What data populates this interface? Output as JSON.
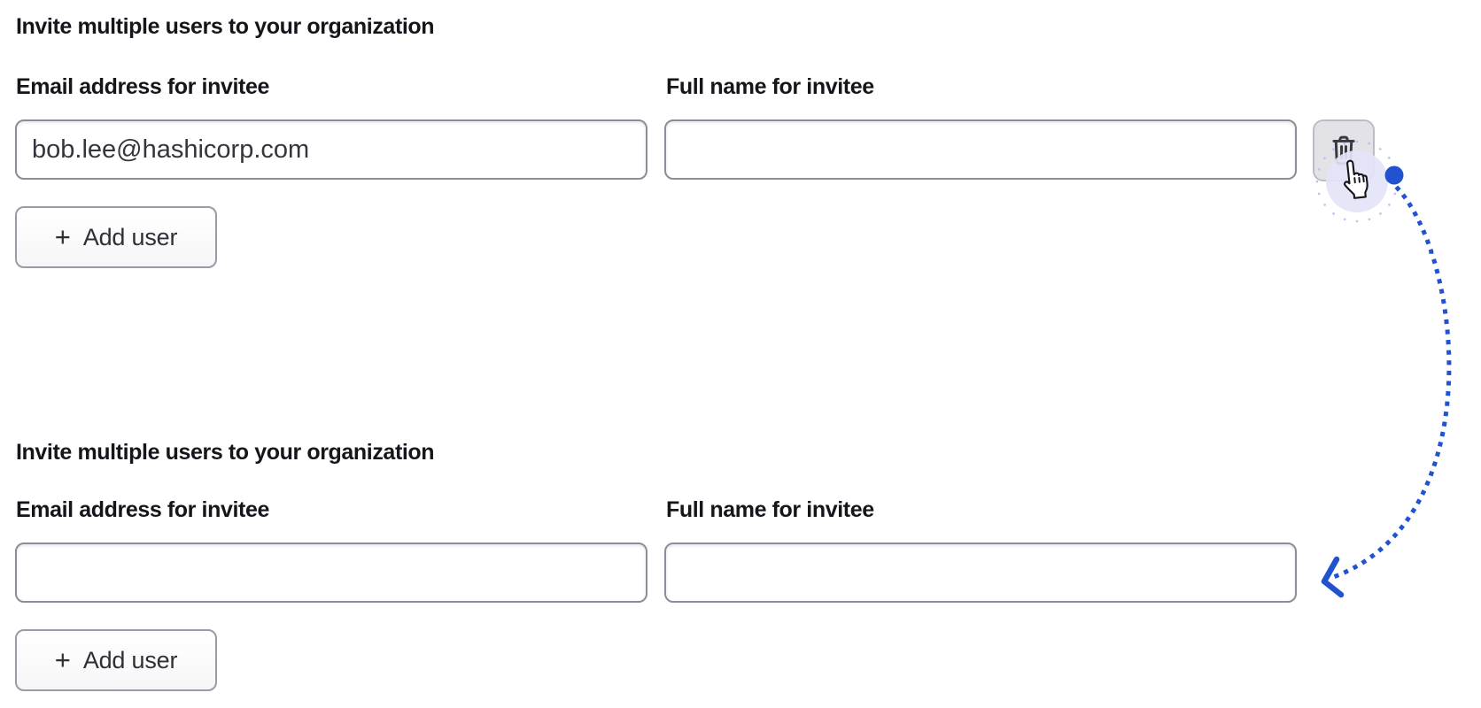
{
  "illustration": {
    "background": "#ffffff"
  },
  "colors": {
    "accent_blue": "#2152d0",
    "halo_lavender": "#e3e4f7",
    "input_border": "#8a8e9a",
    "button_border": "#989ca7",
    "trash_button_bg": "#e3e3e7",
    "text_dark": "#15161b"
  },
  "sections": [
    {
      "heading": "Invite multiple users to your organization",
      "email_label": "Email address for invitee",
      "email_value": "bob.lee@hashicorp.com",
      "name_label": "Full name for invitee",
      "name_value": "",
      "add_user": {
        "icon": "+",
        "label": "Add user"
      },
      "delete_button": {
        "icon": "trash-icon"
      }
    },
    {
      "heading": "Invite multiple users to your organization",
      "email_label": "Email address for invitee",
      "email_value": "",
      "name_label": "Full name for invitee",
      "name_value": "",
      "add_user": {
        "icon": "+",
        "label": "Add user"
      }
    }
  ],
  "annotation": {
    "cursor_icon": "hand-pointer-icon",
    "click_halo_color": "#e3e4f7",
    "arrow_style": "dotted",
    "arrow_color": "#2152d0"
  }
}
